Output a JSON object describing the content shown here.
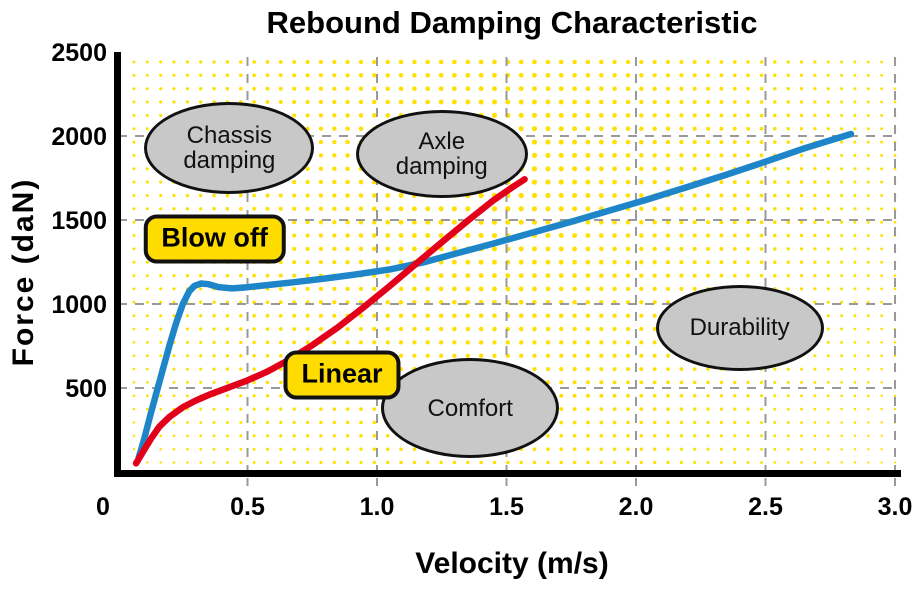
{
  "chart_data": {
    "type": "line",
    "title": "Rebound Damping Characteristic",
    "xlabel": "Velocity (m/s)",
    "ylabel": "Force (daN)",
    "xlim": [
      0,
      3.0
    ],
    "ylim": [
      0,
      2500
    ],
    "grid": true,
    "legend_position": "none",
    "x_ticks": [
      {
        "value": 0,
        "label": "0"
      },
      {
        "value": 0.5,
        "label": "0.5"
      },
      {
        "value": 1.0,
        "label": "1.0"
      },
      {
        "value": 1.5,
        "label": "1.5"
      },
      {
        "value": 2.0,
        "label": "2.0"
      },
      {
        "value": 2.5,
        "label": "2.5"
      },
      {
        "value": 3.0,
        "label": "3.0"
      }
    ],
    "y_ticks": [
      {
        "value": 500,
        "label": "500"
      },
      {
        "value": 1000,
        "label": "1000"
      },
      {
        "value": 1500,
        "label": "1500"
      },
      {
        "value": 2000,
        "label": "2000"
      },
      {
        "value": 2500,
        "label": "2500"
      }
    ],
    "gridline_x_values": [
      0.5,
      1.0,
      1.5,
      2.0,
      2.5,
      3.0
    ],
    "gridline_y_values": [
      500,
      1000,
      1500,
      2000
    ],
    "series": [
      {
        "name": "Blow off",
        "color": "#1e86c8",
        "points": [
          [
            0.08,
            85
          ],
          [
            0.1,
            190
          ],
          [
            0.125,
            340
          ],
          [
            0.15,
            480
          ],
          [
            0.175,
            620
          ],
          [
            0.2,
            760
          ],
          [
            0.225,
            890
          ],
          [
            0.25,
            1000
          ],
          [
            0.275,
            1075
          ],
          [
            0.295,
            1108
          ],
          [
            0.32,
            1122
          ],
          [
            0.35,
            1118
          ],
          [
            0.39,
            1100
          ],
          [
            0.44,
            1093
          ],
          [
            0.5,
            1100
          ],
          [
            0.58,
            1113
          ],
          [
            0.68,
            1130
          ],
          [
            0.8,
            1152
          ],
          [
            0.92,
            1176
          ],
          [
            1.05,
            1206
          ],
          [
            1.18,
            1248
          ],
          [
            1.3,
            1298
          ],
          [
            1.45,
            1360
          ],
          [
            1.6,
            1425
          ],
          [
            1.75,
            1490
          ],
          [
            1.9,
            1557
          ],
          [
            2.05,
            1625
          ],
          [
            2.2,
            1697
          ],
          [
            2.35,
            1770
          ],
          [
            2.5,
            1847
          ],
          [
            2.65,
            1927
          ],
          [
            2.83,
            2012
          ]
        ]
      },
      {
        "name": "Linear",
        "color": "#e2001a",
        "points": [
          [
            0.07,
            52
          ],
          [
            0.1,
            130
          ],
          [
            0.13,
            205
          ],
          [
            0.16,
            270
          ],
          [
            0.2,
            330
          ],
          [
            0.25,
            385
          ],
          [
            0.3,
            425
          ],
          [
            0.36,
            465
          ],
          [
            0.43,
            505
          ],
          [
            0.5,
            545
          ],
          [
            0.58,
            600
          ],
          [
            0.66,
            668
          ],
          [
            0.75,
            755
          ],
          [
            0.85,
            862
          ],
          [
            0.95,
            982
          ],
          [
            1.05,
            1108
          ],
          [
            1.15,
            1238
          ],
          [
            1.25,
            1368
          ],
          [
            1.35,
            1495
          ],
          [
            1.45,
            1618
          ],
          [
            1.52,
            1692
          ],
          [
            1.57,
            1742
          ]
        ]
      }
    ],
    "annotations": {
      "regions": [
        {
          "lines": [
            "Chassis",
            "damping"
          ],
          "v": 0.43,
          "f": 1930,
          "rx": 85,
          "ry": 46
        },
        {
          "lines": [
            "Axle",
            "damping"
          ],
          "v": 1.25,
          "f": 1890,
          "rx": 86,
          "ry": 44
        },
        {
          "lines": [
            "Durability"
          ],
          "v": 2.4,
          "f": 860,
          "rx": 84,
          "ry": 43
        },
        {
          "lines": [
            "Comfort"
          ],
          "v": 1.36,
          "f": 380,
          "rx": 89,
          "ry": 50
        }
      ],
      "badges": [
        {
          "label": "Blow off",
          "series": "Blow off",
          "v": 0.373,
          "f": 1385
        },
        {
          "label": "Linear",
          "series": "Linear",
          "v": 0.865,
          "f": 580
        }
      ]
    },
    "background": {
      "pattern": "yellow-halftone-dots",
      "dot_color": "#ffe000"
    }
  },
  "colors": {
    "blue_curve": "#1e86c8",
    "red_curve": "#e2001a",
    "grid": "#999999",
    "axis": "#000000",
    "dots": "#ffe000",
    "region_fill": "#c8c8c8",
    "region_border": "#111111",
    "badge_fill": "#ffdc00",
    "badge_border": "#111111"
  }
}
